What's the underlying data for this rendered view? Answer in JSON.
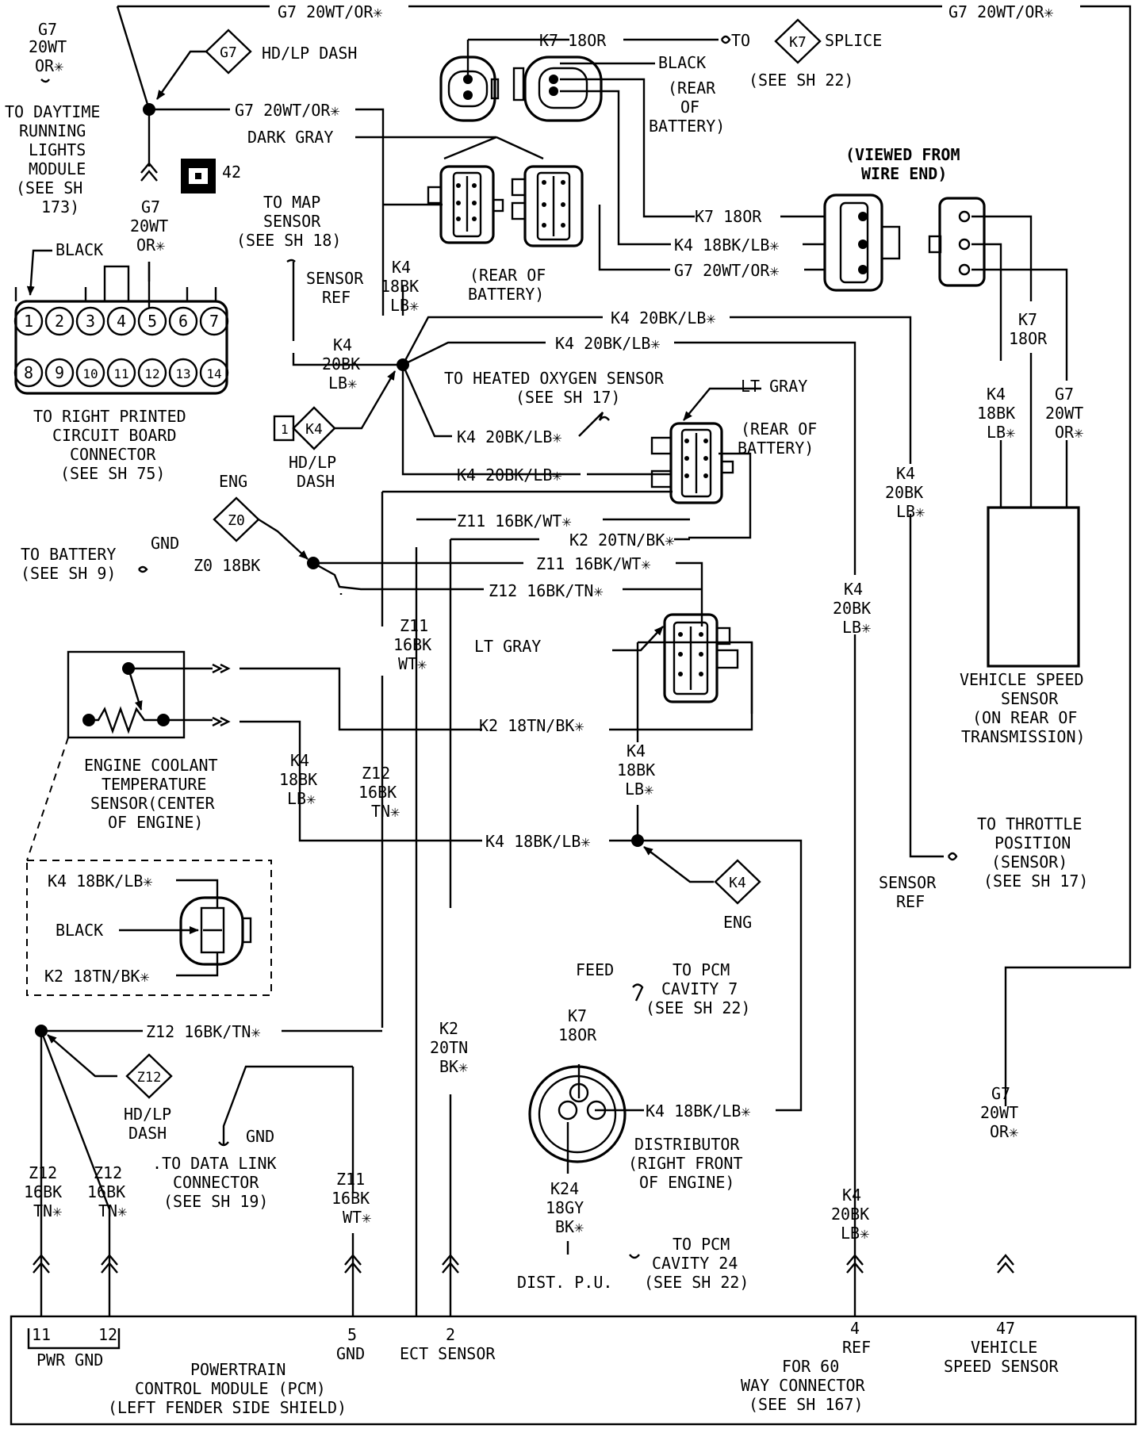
{
  "colors": {
    "ink": "#000000",
    "paper": "#ffffff"
  },
  "top_bus": {
    "left": "G7 20WT/OR✳",
    "right": "G7 20WT/OR✳"
  },
  "drl": {
    "wire": [
      "G7",
      "20WT",
      "OR✳"
    ],
    "dest": [
      "TO DAYTIME",
      "RUNNING",
      "LIGHTS",
      "MODULE",
      "(SEE SH",
      "173)"
    ],
    "splice_id": "G7",
    "splice_note": "HD/LP DASH",
    "branch": "G7 20WT/OR✳",
    "ground_id": "42",
    "down_wire": [
      "G7",
      "20WT",
      "OR✳"
    ]
  },
  "dark_gray": "DARK GRAY",
  "k7_top": {
    "label": "K7 18OR",
    "to": "TO",
    "splice_id": "K7",
    "splice_note": "SPLICE",
    "see": "(SEE SH 22)"
  },
  "black_rear": [
    "BLACK",
    "(REAR",
    "OF",
    "BATTERY)"
  ],
  "rear_battery_1": [
    "(REAR OF",
    "BATTERY)"
  ],
  "viewed": [
    "(VIEWED FROM",
    "WIRE END)"
  ],
  "right_conn_wires": [
    "K7 18OR",
    "K4 18BK/LB✳",
    "G7 20WT/OR✳"
  ],
  "pcb": {
    "label_black": "BLACK",
    "top_pins": [
      "1",
      "2",
      "3",
      "4",
      "5",
      "6",
      "7"
    ],
    "bottom_pins": [
      "8",
      "9",
      "10",
      "11",
      "12",
      "13",
      "14"
    ],
    "caption": [
      "TO RIGHT PRINTED",
      "CIRCUIT BOARD",
      "CONNECTOR",
      "(SEE SH 75)"
    ]
  },
  "map": {
    "title": [
      "TO MAP",
      "SENSOR",
      "(SEE SH 18)"
    ],
    "ref": [
      "SENSOR",
      "REF"
    ],
    "wire": [
      "K4",
      "20BK",
      "LB✳"
    ]
  },
  "k4_vertical": [
    "K4",
    "18BK",
    "LB✳"
  ],
  "k4_splice": {
    "id": "K4",
    "note": [
      "HD/LP",
      "DASH"
    ]
  },
  "k4_branches": [
    "K4 20BK/LB✳",
    "K4 20BK/LB✳",
    "K4 20BK/LB✳",
    "K4 20BK/LB✳"
  ],
  "ho2s": {
    "title": "TO HEATED OXYGEN SENSOR",
    "see": "(SEE SH 17)"
  },
  "lt_gray_1": "LT GRAY",
  "rear_battery_2": [
    "(REAR OF",
    "BATTERY)"
  ],
  "k4_right_1": [
    "K4",
    "20BK",
    "LB✳"
  ],
  "k4_right_2": [
    "K4",
    "20BK",
    "LB✳"
  ],
  "vss": {
    "k4": [
      "K4",
      "18BK",
      "LB✳"
    ],
    "k7": [
      "K7",
      "18OR"
    ],
    "g7": [
      "G7",
      "20WT",
      "OR✳"
    ],
    "caption": [
      "VEHICLE SPEED",
      "SENSOR",
      "(ON REAR OF",
      "TRANSMISSION)"
    ]
  },
  "eng_z0": {
    "eng": "ENG",
    "id": "Z0",
    "batt": [
      "TO BATTERY",
      "(SEE SH 9)"
    ],
    "gnd": "GND",
    "wire": "Z0 18BK"
  },
  "z_wires": {
    "z11_top": "Z11 16BK/WT✳",
    "k2_top": "K2 20TN/BK✳",
    "z11_mid": "Z11 16BK/WT✳",
    "z12_mid": "Z12 16BK/TN✳",
    "z11_v": [
      "Z11",
      "16BK",
      "WT✳"
    ],
    "lt_gray_2": "LT GRAY",
    "k2_mid": "K2 18TN/BK✳"
  },
  "ect": {
    "caption": [
      "ENGINE COOLANT",
      "TEMPERATURE",
      "SENSOR(CENTER",
      "OF ENGINE)"
    ],
    "k4_v": [
      "K4",
      "18BK",
      "LB✳"
    ],
    "z12_v": [
      "Z12",
      "16BK",
      "TN✳"
    ],
    "k4_h": "K4 18BK/LB✳",
    "detail": {
      "k4": "K4 18BK/LB✳",
      "black": "BLACK",
      "k2": "K2 18TN/BK✳"
    }
  },
  "k4_eng": {
    "k4_v": [
      "K4",
      "18BK",
      "LB✳"
    ],
    "id": "K4",
    "eng": "ENG"
  },
  "tps": {
    "caption": [
      "TO THROTTLE",
      "POSITION",
      "(SENSOR)",
      "(SEE SH 17)"
    ],
    "ref": [
      "SENSOR",
      "REF"
    ]
  },
  "z12_low": {
    "wire": "Z12 16BK/TN✳",
    "id": "Z12",
    "note": [
      "HD/LP",
      "DASH"
    ]
  },
  "dlc": {
    "gnd": "GND",
    "caption": [
      ".TO DATA LINK",
      "CONNECTOR",
      "(SEE SH 19)"
    ]
  },
  "k2_v": [
    "K2",
    "20TN",
    "BK✳"
  ],
  "dist": {
    "feed": "FEED",
    "to_pcm": [
      "TO PCM",
      "CAVITY 7",
      "(SEE SH 22)"
    ],
    "k7": [
      "K7",
      "18OR"
    ],
    "k4": "K4 18BK/LB✳",
    "caption": [
      "DISTRIBUTOR",
      "(RIGHT FRONT",
      "OF ENGINE)"
    ],
    "k24": [
      "K24",
      "18GY",
      "BK✳"
    ],
    "to_pcm2": [
      "TO PCM",
      "CAVITY 24",
      "(SEE SH 22)"
    ],
    "pu": "DIST. P.U."
  },
  "g7_low": [
    "G7",
    "20WT",
    "OR✳"
  ],
  "bottom_wires": {
    "z12a": [
      "Z12",
      "16BK",
      "TN✳"
    ],
    "z12b": [
      "Z12",
      "16BK",
      "TN✳"
    ],
    "z11": [
      "Z11",
      "16BK",
      "WT✳"
    ],
    "k4": [
      "K4",
      "20BK",
      "LB✳"
    ]
  },
  "pcm": {
    "pin11": "11",
    "pin12": "12",
    "pwr_gnd": "PWR GND",
    "pin5": "5",
    "gnd": "GND",
    "pin2": "2",
    "ect": "ECT SENSOR",
    "pin4": "4",
    "ref": "REF",
    "pin47": "47",
    "vss": [
      "VEHICLE",
      "SPEED SENSOR"
    ],
    "title": [
      "POWERTRAIN",
      "CONTROL MODULE (PCM)",
      "(LEFT FENDER SIDE SHIELD)"
    ],
    "for60": [
      "FOR 60",
      "WAY CONNECTOR",
      "(SEE SH 167)"
    ]
  }
}
